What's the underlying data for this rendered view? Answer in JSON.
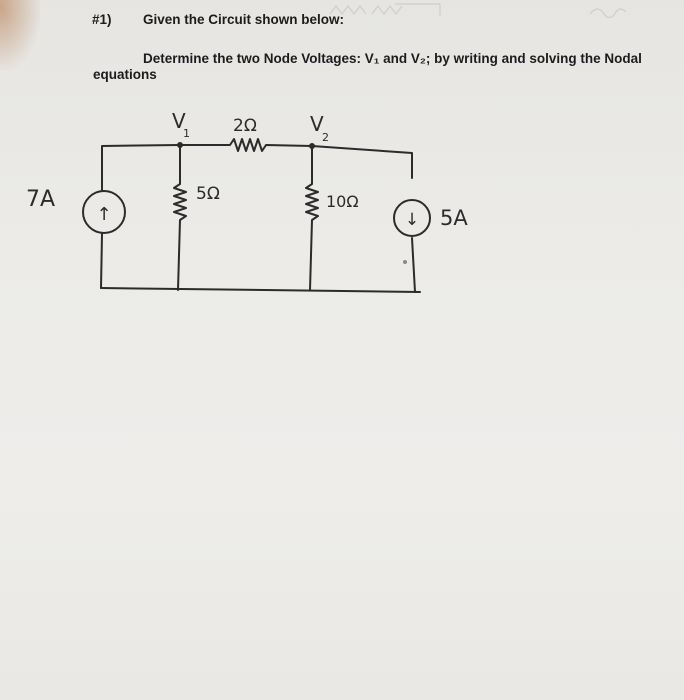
{
  "header": {
    "problem_number": "#1)",
    "given": "Given the Circuit shown below:",
    "determine": "Determine the two Node Voltages: V₁ and V₂; by writing and solving the Nodal",
    "equations": "equations"
  },
  "circuit": {
    "source_left_value": "7A",
    "source_right_value": "5A",
    "node1_label": "V",
    "node1_sub": "1",
    "node2_label": "V",
    "node2_sub": "2",
    "series_resistor": "2Ω",
    "resistor_1": "5Ω",
    "resistor_2": "10Ω",
    "source_left_arrow": "↑",
    "source_right_arrow": "↓"
  },
  "colors": {
    "ink": "#2b2b2b",
    "paper": "#ecebe8"
  }
}
